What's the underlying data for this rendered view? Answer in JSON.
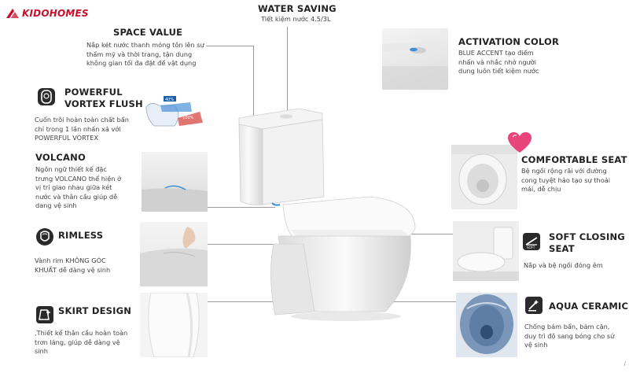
{
  "brand": {
    "name": "KIDOHOMES",
    "color": "#c8102e"
  },
  "water_saving": {
    "title": "WATER SAVING",
    "desc": "Tiết kiệm nước 4.5/3L"
  },
  "space_value": {
    "title": "SPACE VALUE",
    "desc": [
      "Nắp két nước thanh mỏng tôn lên sự",
      "thẩm mỹ và thời trang, tận dung",
      "không gian tối đa đặt để vật dụng"
    ]
  },
  "activation_color": {
    "title": "ACTIVATION COLOR",
    "desc": [
      "BLUE ACCENT tạo điểm",
      "nhấn và nhắc nhở người",
      "dung luôn tiết kiệm nước"
    ]
  },
  "powerful_vortex": {
    "title_lines": [
      "POWERFUL",
      "VORTEX FLUSH"
    ],
    "desc": [
      "Cuốn trôi hoàn toàn chất bẩn",
      "chỉ trong 1 lần nhấn xả với",
      "POWERFUL VORTEX"
    ],
    "icon": "vortex-flush-icon",
    "diagram_label_top": "40%",
    "diagram_label_bottom": "100%"
  },
  "volcano": {
    "title": "VOLCANO",
    "desc": [
      "Ngôn ngữ thiết kế đặc",
      "trưng VOLCANO thể hiện ở",
      "vị trí giao nhau giữa két",
      "nước và thân cầu giúp dễ",
      "dang vệ sinh"
    ]
  },
  "comfortable_seat": {
    "title": "COMFORTABLE SEAT",
    "desc": [
      "Bệ ngồi rộng rãi với đường",
      "cong tuyệt hảo tạo sự thoải",
      "mái, dễ chịu"
    ],
    "icon": "heart-icon",
    "heart_color": "#e8457a"
  },
  "rimless": {
    "title": "RIMLESS",
    "desc": [
      "Vành rim KHÔNG GÓC",
      "KHUẤT dễ dàng vệ sinh"
    ],
    "icon": "rimless-icon"
  },
  "soft_closing": {
    "title_lines": [
      "SOFT CLOSING",
      "SEAT"
    ],
    "desc": [
      "Nắp và bệ ngồi đóng êm"
    ],
    "icon": "soft-close-icon",
    "icon_label": "SOFT"
  },
  "skirt_design": {
    "title": "SKIRT DESIGN",
    "desc": [
      ",Thiết kế thân cầu hoàn toàn",
      "trơn láng, giúp dễ dàng vệ",
      "sinh"
    ],
    "icon": "skirt-design-icon"
  },
  "aqua_ceramic": {
    "title": "AQUA CERAMIC",
    "desc": [
      "Chống bám bẩn, bám cặn,",
      "duy trì độ sang bóng cho sứ",
      "vệ sinh"
    ],
    "icon": "aqua-ceramic-icon"
  },
  "accent_color": "#3d8ed8"
}
